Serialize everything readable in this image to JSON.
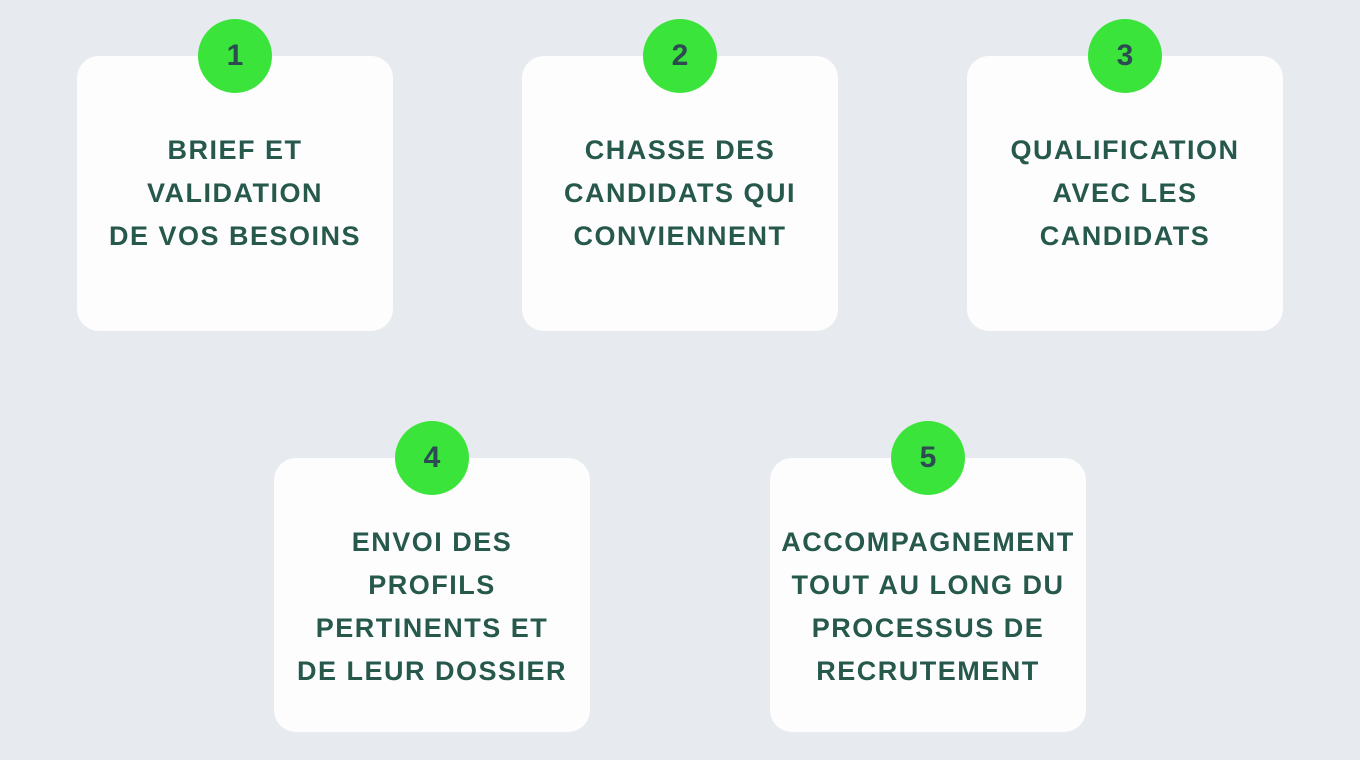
{
  "page": {
    "background_color": "#E7EAEE",
    "card_color": "#FDFDFE",
    "accent_green": "#3BE43B",
    "number_color": "#2D4B52",
    "text_color": "#26584C"
  },
  "steps": [
    {
      "number": "1",
      "lines": [
        "BRIEF ET",
        "VALIDATION",
        "DE VOS BESOINS"
      ]
    },
    {
      "number": "2",
      "lines": [
        "CHASSE DES",
        "CANDIDATS QUI",
        "CONVIENNENT"
      ]
    },
    {
      "number": "3",
      "lines": [
        "QUALIFICATION",
        "AVEC LES",
        "CANDIDATS"
      ]
    },
    {
      "number": "4",
      "lines": [
        "ENVOI DES",
        "PROFILS",
        "PERTINENTS ET",
        "DE LEUR DOSSIER"
      ]
    },
    {
      "number": "5",
      "lines": [
        "ACCOMPAGNEMENT",
        "TOUT AU LONG DU",
        "PROCESSUS DE",
        "RECRUTEMENT"
      ]
    }
  ]
}
